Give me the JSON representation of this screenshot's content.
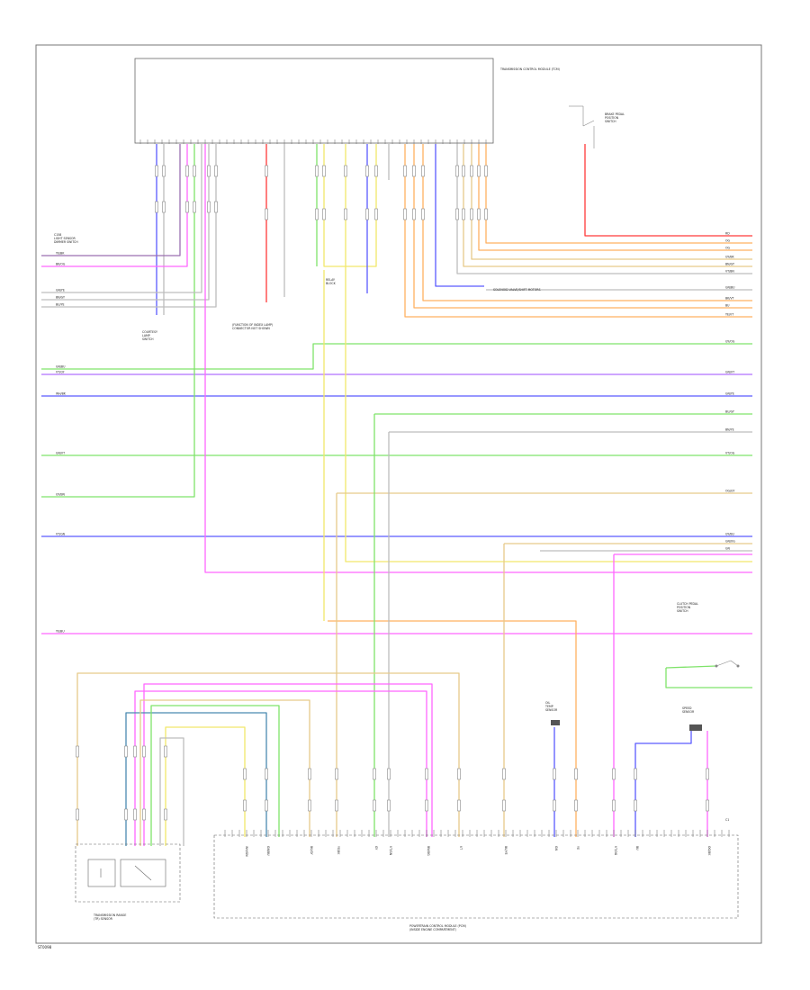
{
  "page_ref": "ST0098",
  "colors": {
    "green": "#7fe36a",
    "pink": "#ff66ff",
    "blue": "#5b5bff",
    "yellow": "#f2e86a",
    "orange": "#ffb060",
    "red": "#ff3a3a",
    "gray": "#bdbdbd",
    "tan": "#e6c98a",
    "purple": "#9a6fb0",
    "violet": "#b070ff",
    "teal": "#4a8ab0",
    "frame": "#777777"
  },
  "components": {
    "top_module_label": "TRANSMISSION CONTROL MODULE (TCM)",
    "pcm_label": "POWERTRAIN CONTROL MODULE (PCM)\n(INSIDE ENGINE COMPARTMENT)",
    "trans_range_label": "TRANSMISSION RANGE\n(TR) SENSOR",
    "left_top_note": "C158\nLIGHT SENSOR\nDIMMER SWITCH",
    "left_bottom_note": "COURTESY\nLAMP\nSWITCH",
    "middle_note": "(FUNCTION OF INDEX LAMP)\nCONNECTOR NOT SHOWN",
    "relay_note": "RELAY\nBLOCK",
    "right_note": "BRAKE PEDAL\nPOSITION\nSWITCH",
    "right_bottom_note": "CLUTCH PEDAL\nPOSITION\nSWITCH",
    "oil_temp_sensor": "OIL\nTEMP\nSENSOR",
    "speed_sensor": "SPEED\nSENSOR",
    "connector_note": "SOLENOID VALVE/SHIFT MOTORS",
    "pin_top": "C1"
  },
  "wire_codes": {
    "left": [
      "YE/BK",
      "BK/OG",
      "GN/YE",
      "BN/GY",
      "BU/YE",
      "GN/BU",
      "VT/GY",
      "WH/BK",
      "GN/VT",
      "GY/BN",
      "VT/GN",
      "YE/BU"
    ],
    "right": [
      "RD",
      "OG",
      "OG",
      "GY/BK",
      "BN/GY",
      "VT/BN",
      "GN/BU",
      "BK/VT",
      "BU",
      "YE/VT",
      "GY/OG",
      "GN/VT",
      "GN/YE",
      "BU/GY",
      "BN/YE",
      "VT/OG",
      "OG/GY",
      "GY/BU",
      "GN/OG",
      "GN"
    ],
    "bottom": [
      "WH/GN",
      "GN/BU",
      "BK/GY",
      "YE/BK",
      "GY",
      "VT/GN",
      "BN/OG",
      "VT",
      "BU/YE",
      "GN",
      "YE",
      "VT/OG",
      "BU",
      "OG/BK"
    ]
  }
}
